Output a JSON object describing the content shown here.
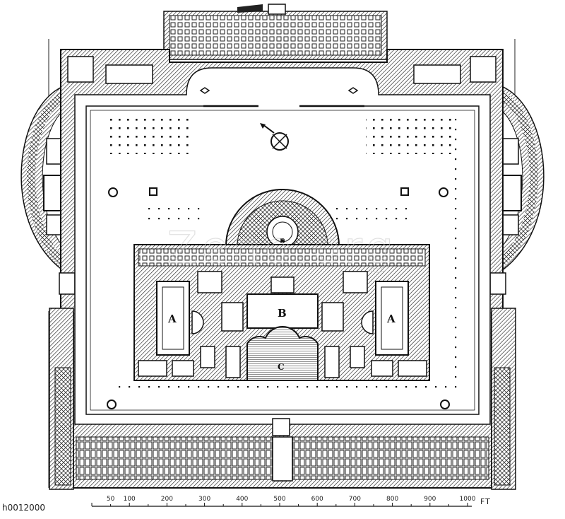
{
  "plan": {
    "labels": {
      "a_left": "A",
      "a_right": "A",
      "b": "B",
      "c": "C",
      "d": "D"
    }
  },
  "scale": {
    "ticks": [
      "50",
      "100",
      "200",
      "300",
      "400",
      "500",
      "600",
      "700",
      "800",
      "900",
      "1000"
    ],
    "unit": "FT"
  },
  "watermark": "Zeno.org",
  "image_id": "h0012000",
  "colors": {
    "ink": "#111111",
    "paper": "#ffffff"
  }
}
